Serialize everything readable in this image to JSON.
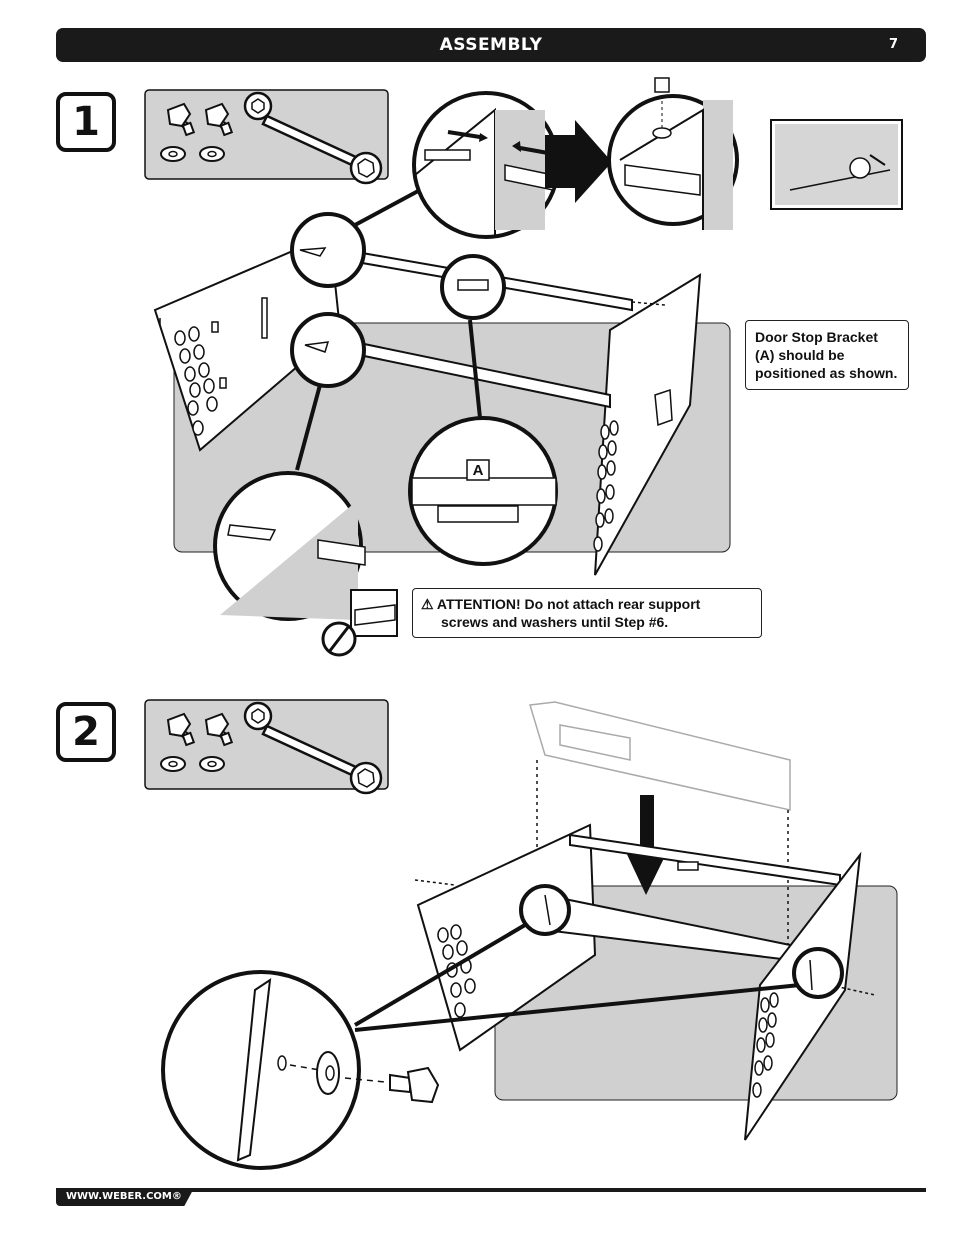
{
  "header": {
    "title": "ASSEMBLY",
    "page_number": "7"
  },
  "steps": [
    {
      "number": "1"
    },
    {
      "number": "2"
    }
  ],
  "step1": {
    "part_label": "A",
    "note": "Door Stop Bracket (A) should be positioned as shown.",
    "attention_line1": "⚠ ATTENTION! Do not attach rear support",
    "attention_line2": "screws and washers until Step #6."
  },
  "footer": {
    "website": "WWW.WEBER.COM®"
  },
  "icons": [
    "thumbscrew-icon",
    "washer-icon",
    "wrench-icon",
    "no-symbol-icon",
    "arrow-down-icon",
    "rotate-arrow-icon"
  ]
}
